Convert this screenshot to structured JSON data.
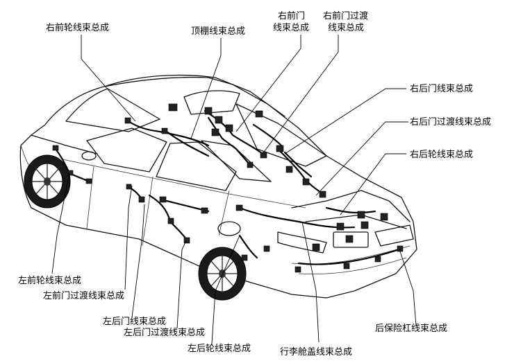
{
  "labels": {
    "right_front_wheel": "右前轮线束总成",
    "roof": "顶棚线束总成",
    "right_front_door_l1": "右前门",
    "right_front_door_l2": "线束总成",
    "right_front_door_trans_l1": "右前门过渡",
    "right_front_door_trans_l2": "线束总成",
    "right_rear_door": "右后门线束总成",
    "right_rear_door_trans": "右后门过渡线束总成",
    "right_rear_wheel": "右后轮线束总成",
    "left_front_wheel": "左前轮线束总成",
    "left_front_door_trans": "左前门过渡线束总成",
    "left_rear_door": "左后门线束总成",
    "left_rear_door_trans": "左后门过渡线束总成",
    "left_rear_wheel": "左后轮线束总成",
    "trunk_lid": "行李舱盖线束总成",
    "rear_bumper": "后保险杠线束总成"
  }
}
